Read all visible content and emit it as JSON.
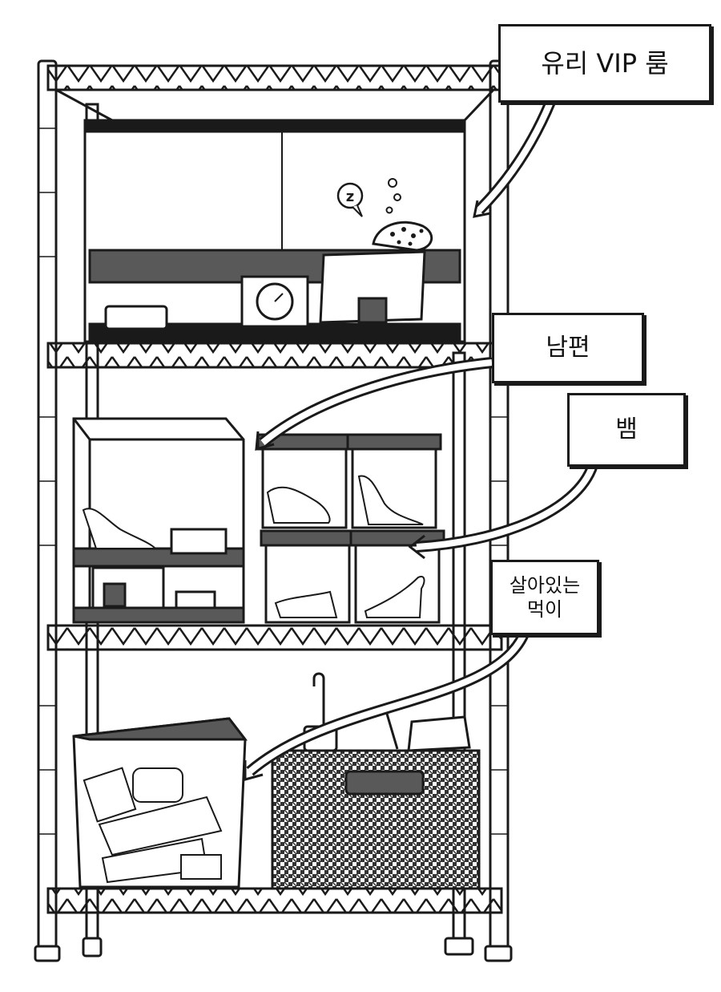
{
  "labels": {
    "glass_vip": "유리 VIP 룸",
    "husband": "남편",
    "snake": "뱀",
    "live_food": [
      "살아있는",
      "먹이"
    ]
  },
  "icons": {
    "sleep_bubble": "z"
  },
  "colors": {
    "ink": "#1a1a1a",
    "shade": "#595959",
    "paper": "#ffffff"
  }
}
